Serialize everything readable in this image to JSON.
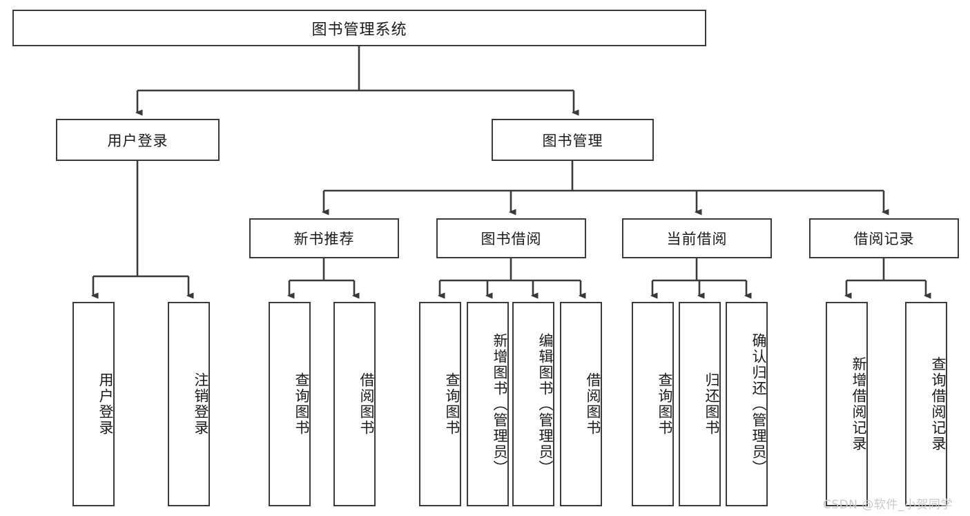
{
  "diagram": {
    "type": "hierarchy-tree",
    "title": "图书管理系统",
    "watermark": "CSDN @软件_小贺同学",
    "colors": {
      "stroke": "#3a3a3a",
      "fill": "#ffffff",
      "text": "#1a1a1a",
      "watermark": "#c9c9c9"
    },
    "root": {
      "label": "图书管理系统"
    },
    "level1": [
      {
        "label": "用户登录"
      },
      {
        "label": "图书管理"
      }
    ],
    "level2": [
      {
        "label": "新书推荐"
      },
      {
        "label": "图书借阅"
      },
      {
        "label": "当前借阅"
      },
      {
        "label": "借阅记录"
      }
    ],
    "leaves": {
      "user_login": [
        {
          "label": "用户登录"
        },
        {
          "label": "注销登录"
        }
      ],
      "new_book": [
        {
          "label": "查询图书"
        },
        {
          "label": "借阅图书"
        }
      ],
      "book_borrow": [
        {
          "label": "查询图书"
        },
        {
          "label": "新增图书（管理员）"
        },
        {
          "label": "编辑图书（管理员）"
        },
        {
          "label": "借阅图书"
        }
      ],
      "current_borrow": [
        {
          "label": "查询图书"
        },
        {
          "label": "归还图书"
        },
        {
          "label": "确认归还（管理员）"
        }
      ],
      "borrow_record": [
        {
          "label": "新增借阅记录"
        },
        {
          "label": "查询借阅记录"
        }
      ]
    }
  }
}
